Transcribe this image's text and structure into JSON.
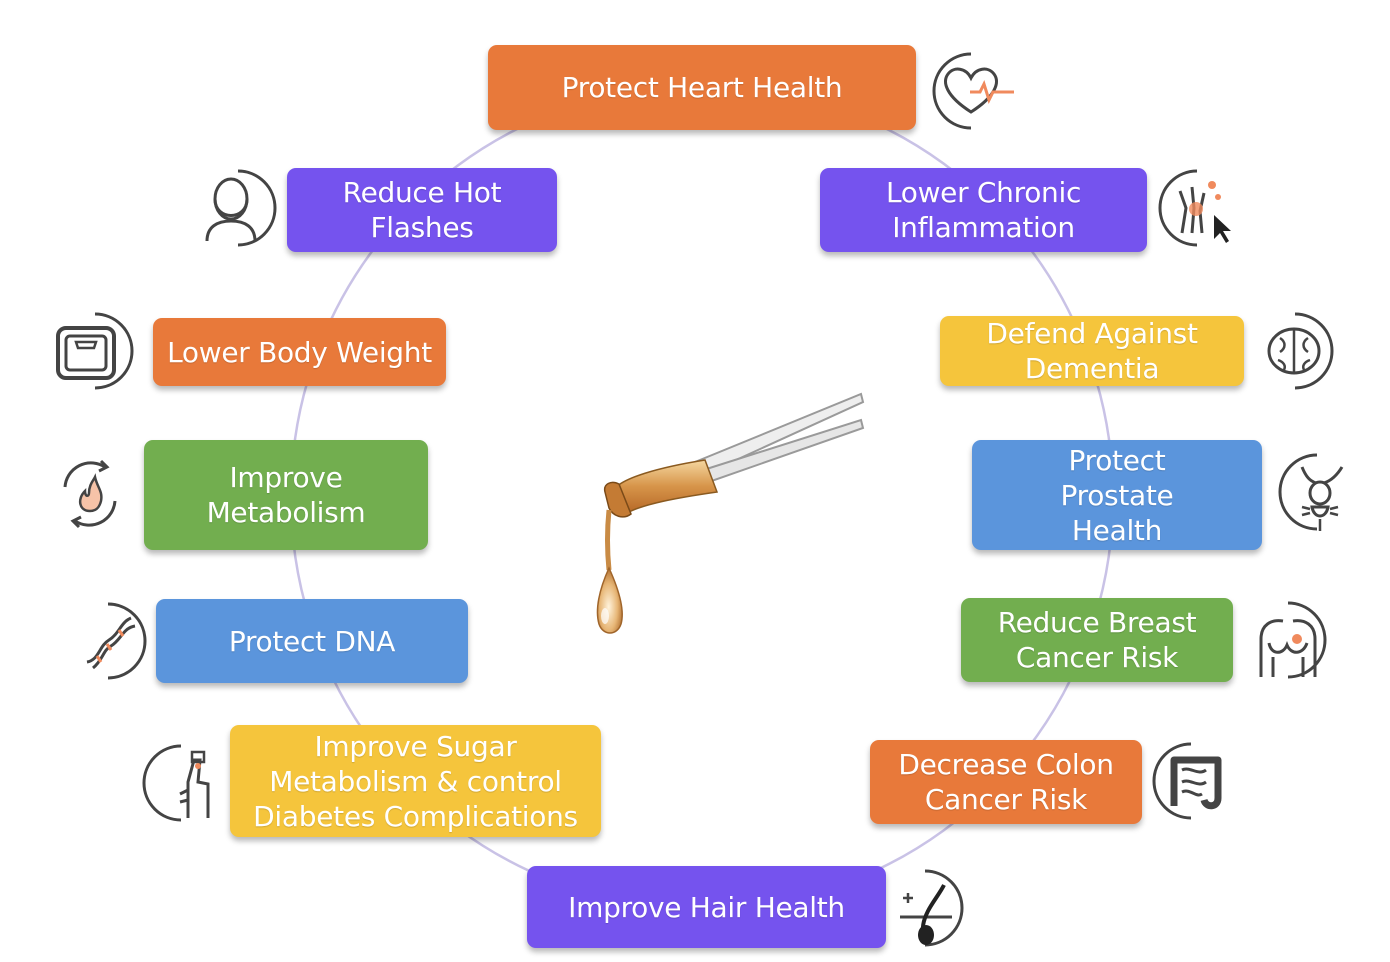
{
  "colors": {
    "orange": "#e8793a",
    "purple": "#7553ee",
    "yellow": "#f5c53c",
    "blue": "#5b95dc",
    "green": "#72ae4f",
    "ring": "#c9c2e6",
    "icon": "#444444",
    "accent": "#f08a5d"
  },
  "benefits": [
    {
      "label": "Protect Heart Health",
      "color": "orange",
      "icon": "heart-pulse-icon"
    },
    {
      "label": "Lower Chronic\nInflammation",
      "color": "purple",
      "icon": "joint-pain-icon"
    },
    {
      "label": "Defend Against\nDementia",
      "color": "yellow",
      "icon": "brain-icon"
    },
    {
      "label": "Protect\nProstate\nHealth",
      "color": "blue",
      "icon": "prostate-icon"
    },
    {
      "label": "Reduce Breast\nCancer Risk",
      "color": "green",
      "icon": "breast-icon"
    },
    {
      "label": "Decrease Colon\nCancer Risk",
      "color": "orange",
      "icon": "intestine-icon"
    },
    {
      "label": "Improve Hair Health",
      "color": "purple",
      "icon": "hair-follicle-icon"
    },
    {
      "label": "Improve Sugar\nMetabolism & control\nDiabetes Complications",
      "color": "yellow",
      "icon": "glucose-test-icon"
    },
    {
      "label": "Protect DNA",
      "color": "blue",
      "icon": "dna-icon"
    },
    {
      "label": "Improve\nMetabolism",
      "color": "green",
      "icon": "metabolism-flame-icon"
    },
    {
      "label": "Lower Body Weight",
      "color": "orange",
      "icon": "scale-icon"
    },
    {
      "label": "Reduce Hot\nFlashes",
      "color": "purple",
      "icon": "woman-icon"
    }
  ],
  "center_icon": "oil-dropper-icon"
}
